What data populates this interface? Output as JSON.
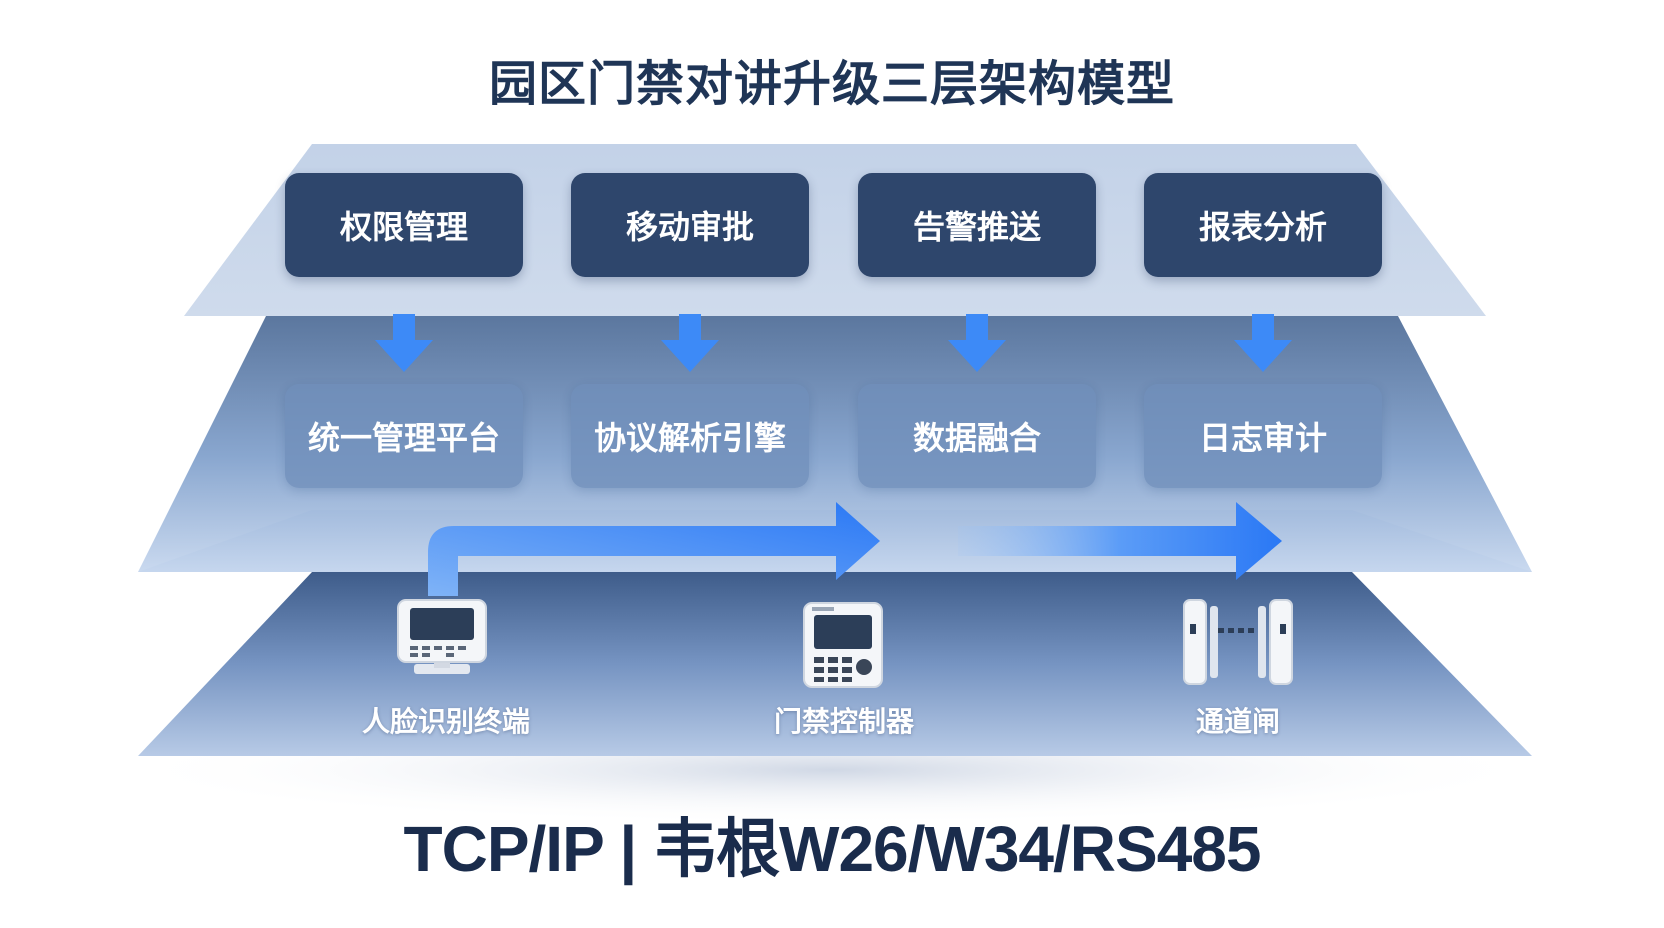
{
  "title": "园区门禁对讲升级三层架构模型",
  "top_layer": {
    "items": [
      {
        "label": "权限管理"
      },
      {
        "label": "移动审批"
      },
      {
        "label": "告警推送"
      },
      {
        "label": "报表分析"
      }
    ]
  },
  "middle_layer": {
    "items": [
      {
        "label": "统一管理平台"
      },
      {
        "label": "协议解析引擎"
      },
      {
        "label": "数据融合"
      },
      {
        "label": "日志审计"
      }
    ]
  },
  "bottom_layer": {
    "devices": [
      {
        "label": "人脸识别终端",
        "icon": "face-recognition-terminal-icon"
      },
      {
        "label": "门禁控制器",
        "icon": "access-controller-icon"
      },
      {
        "label": "通道闸",
        "icon": "turnstile-gate-icon"
      }
    ]
  },
  "protocols": "TCP/IP | 韦根W26/W34/RS485",
  "colors": {
    "top_box": "#2e466c",
    "mid_box": "#708eba",
    "arrow": "#3d8af7",
    "flow_arrow": "#2f7cf6",
    "title": "#1f3556"
  }
}
